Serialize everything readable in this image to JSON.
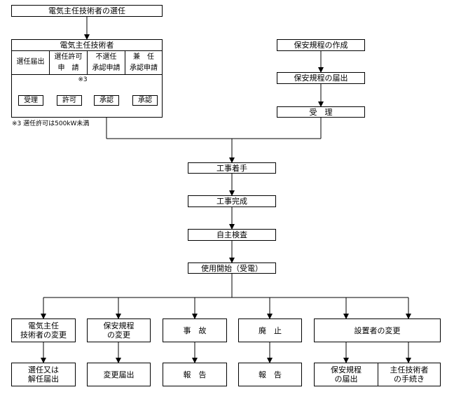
{
  "top": {
    "selection": "電気主任技術者の選任"
  },
  "engineer_panel": {
    "title": "電気主任技術者",
    "columns": [
      {
        "line1": "選任届出",
        "line2": ""
      },
      {
        "line1": "選任許可",
        "line2": "申　請"
      },
      {
        "line1": "不選任",
        "line2": "承認申請"
      },
      {
        "line1": "兼　任",
        "line2": "承認申請"
      }
    ],
    "results": [
      "受理",
      "許可",
      "承認",
      "承認"
    ],
    "ref_mark": "※3",
    "footnote": "※3 選任許可は500kW未満"
  },
  "safety_rules": {
    "create": "保安規程の作成",
    "submit": "保安規程の届出",
    "accept": "受　理"
  },
  "main_flow": [
    "工事着手",
    "工事完成",
    "自主検査",
    "使用開始（受電）"
  ],
  "branches": [
    {
      "line1": "電気主任",
      "line2": "技術者の変更",
      "result1": "選任又は",
      "result2": "解任届出"
    },
    {
      "line1": "保安規程",
      "line2": "の変更",
      "result1": "変更届出",
      "result2": ""
    },
    {
      "line1": "事　故",
      "line2": "",
      "result1": "報　告",
      "result2": ""
    },
    {
      "line1": "廃　止",
      "line2": "",
      "result1": "報　告",
      "result2": ""
    }
  ],
  "installer_change": {
    "label": "設置者の変更",
    "results": [
      {
        "line1": "保安規程",
        "line2": "の届出"
      },
      {
        "line1": "主任技術者",
        "line2": "の手続き"
      }
    ]
  }
}
